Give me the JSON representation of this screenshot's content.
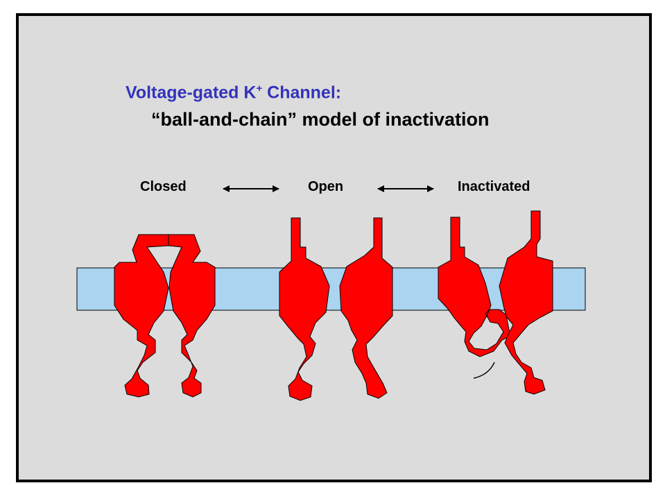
{
  "title": {
    "line1_prefix": "Voltage-gated K",
    "line1_super": "+",
    "line1_suffix": " Channel:",
    "line2": "“ball-and-chain” model of inactivation"
  },
  "states": {
    "closed": "Closed",
    "open": "Open",
    "inactivated": "Inactivated"
  },
  "colors": {
    "background": "#dcdcdc",
    "membrane": "#aad4f0",
    "protein": "#ff0000",
    "title_blue": "#3333bb"
  }
}
